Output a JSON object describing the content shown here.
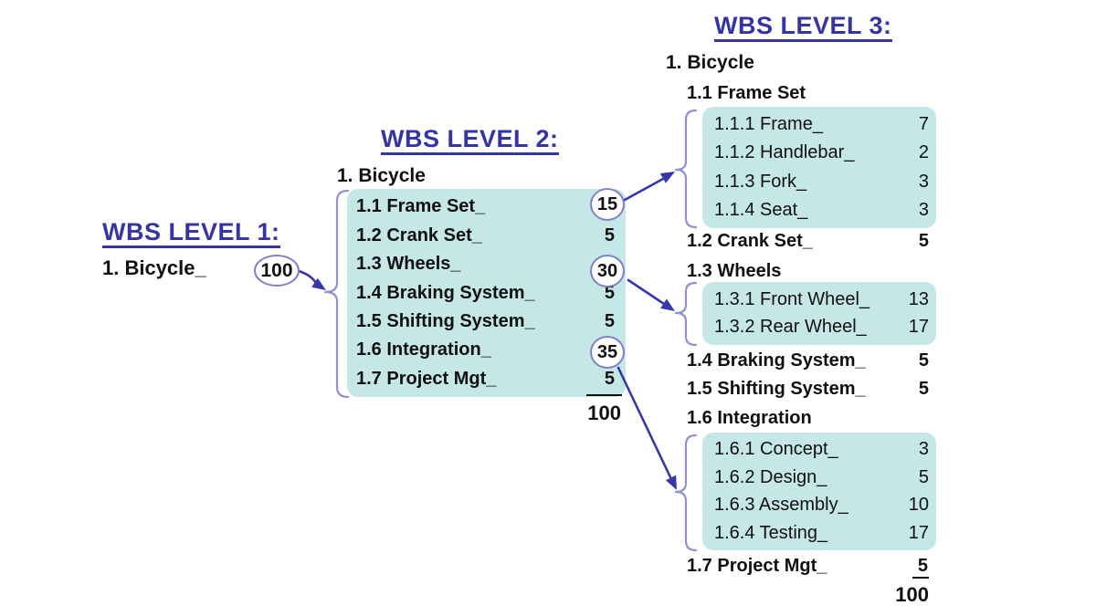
{
  "colors": {
    "heading_blue": "#3434a4",
    "box_fill": "#c5e8e6",
    "arrow": "#3737a8",
    "brace": "#9191cb",
    "circle_stroke": "#8080c4",
    "text": "#101010"
  },
  "level1": {
    "heading": "WBS LEVEL 1:",
    "root": "1. Bicycle_",
    "total": "100"
  },
  "level2": {
    "heading": "WBS LEVEL 2:",
    "root": "1. Bicycle",
    "items": [
      {
        "label": "1.1 Frame Set_",
        "value": "15",
        "circled": true
      },
      {
        "label": "1.2 Crank Set_",
        "value": "5",
        "circled": false
      },
      {
        "label": "1.3 Wheels_",
        "value": "30",
        "circled": true
      },
      {
        "label": "1.4 Braking System_",
        "value": "5",
        "circled": false
      },
      {
        "label": "1.5 Shifting System_",
        "value": "5",
        "circled": false
      },
      {
        "label": "1.6 Integration_",
        "value": "35",
        "circled": true
      },
      {
        "label": "1.7 Project Mgt_",
        "value": "5",
        "circled": false
      }
    ],
    "total": "100"
  },
  "level3": {
    "heading": "WBS LEVEL 3:",
    "root": "1. Bicycle",
    "frame_set": {
      "heading": "1.1 Frame Set",
      "items": [
        {
          "label": "1.1.1 Frame_",
          "value": "7"
        },
        {
          "label": "1.1.2 Handlebar_",
          "value": "2"
        },
        {
          "label": "1.1.3 Fork_",
          "value": "3"
        },
        {
          "label": "1.1.4 Seat_",
          "value": "3"
        }
      ]
    },
    "crank": {
      "label": "1.2 Crank Set_",
      "value": "5"
    },
    "wheels": {
      "heading": "1.3 Wheels",
      "items": [
        {
          "label": "1.3.1 Front Wheel_",
          "value": "13"
        },
        {
          "label": "1.3.2 Rear Wheel_",
          "value": "17"
        }
      ]
    },
    "braking": {
      "label": "1.4 Braking System_",
      "value": "5"
    },
    "shifting": {
      "label": "1.5 Shifting System_",
      "value": "5"
    },
    "integration": {
      "heading": "1.6 Integration",
      "items": [
        {
          "label": "1.6.1 Concept_",
          "value": "3"
        },
        {
          "label": "1.6.2 Design_",
          "value": "5"
        },
        {
          "label": "1.6.3 Assembly_",
          "value": "10"
        },
        {
          "label": "1.6.4 Testing_",
          "value": "17"
        }
      ]
    },
    "project_mgt": {
      "label": "1.7 Project Mgt_",
      "value": "5"
    },
    "total": "100"
  }
}
